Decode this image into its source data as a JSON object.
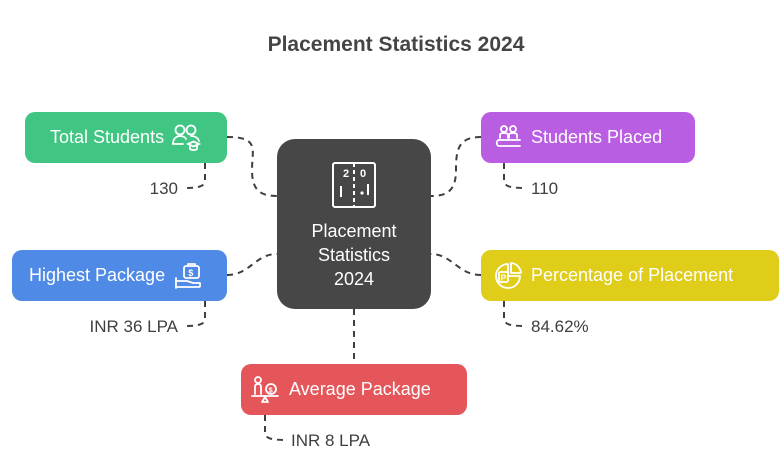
{
  "title": "Placement Statistics 2024",
  "center": {
    "label": "Placement\nStatistics\n2024",
    "icon": "scoreboard-icon",
    "color": "#474747"
  },
  "nodes": [
    {
      "id": "total_students",
      "label": "Total Students",
      "value": "130",
      "icon": "students-graduation-icon",
      "color": "#40c583"
    },
    {
      "id": "students_placed",
      "label": "Students Placed",
      "value": "110",
      "icon": "group-seated-icon",
      "color": "#b95de2"
    },
    {
      "id": "highest_package",
      "label": "Highest Package",
      "value": "INR 36 LPA",
      "icon": "hand-money-briefcase-icon",
      "color": "#4f8be6"
    },
    {
      "id": "percentage_of_placement",
      "label": "Percentage of Placement",
      "value": "84.62%",
      "icon": "pie-chart-p-icon",
      "color": "#e0cd1a"
    },
    {
      "id": "average_package",
      "label": "Average Package",
      "value": "INR 8 LPA",
      "icon": "person-balance-coin-icon",
      "color": "#e5565a"
    }
  ],
  "connector_color": "#3f3f3f"
}
